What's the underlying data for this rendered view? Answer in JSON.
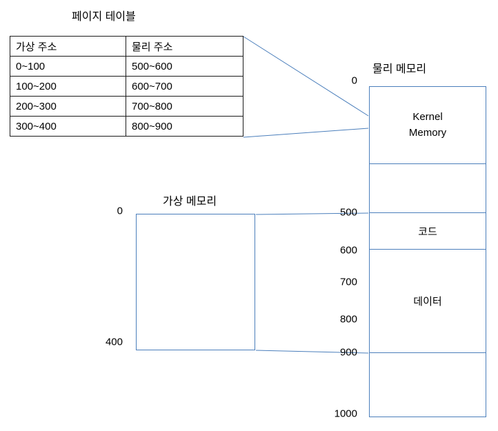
{
  "page_table": {
    "title": "페이지 테이블",
    "headers": [
      "가상 주소",
      "물리 주소"
    ],
    "rows": [
      [
        "0~100",
        "500~600"
      ],
      [
        "100~200",
        "600~700"
      ],
      [
        "200~300",
        "700~800"
      ],
      [
        "300~400",
        "800~900"
      ]
    ]
  },
  "physical_memory": {
    "title": "물리 메모리",
    "sections": [
      {
        "name": "kernel",
        "label": "Kernel Memory"
      },
      {
        "name": "free-upper",
        "label": ""
      },
      {
        "name": "code",
        "label": "코드"
      },
      {
        "name": "data",
        "label": "데이터"
      },
      {
        "name": "free-lower",
        "label": ""
      }
    ],
    "address_labels": [
      "0",
      "500",
      "600",
      "700",
      "800",
      "900",
      "1000"
    ]
  },
  "virtual_memory": {
    "title": "가상 메모리",
    "address_labels": [
      "0",
      "400"
    ]
  },
  "colors": {
    "connector_line": "#4a7ebb",
    "table_border": "#1a1a1a",
    "text": "#000000"
  }
}
